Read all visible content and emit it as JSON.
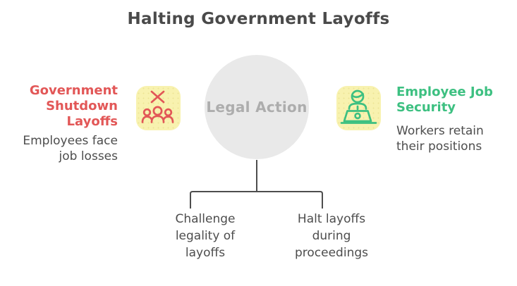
{
  "title": "Halting Government Layoffs",
  "central_node": {
    "label": "Legal Action"
  },
  "left_node": {
    "title": "Government\nShutdown\nLayoffs",
    "description": "Employees face\njob losses",
    "icon": "people-with-x-icon",
    "accent_color": "#E25757",
    "icon_bg_color": "#F8F2AF"
  },
  "right_node": {
    "title": "Employee Job\nSecurity",
    "description": "Workers retain\ntheir positions",
    "icon": "person-at-laptop-icon",
    "accent_color": "#3DC081",
    "icon_bg_color": "#F8F2AF"
  },
  "branches": [
    {
      "label": "Challenge\nlegality of\nlayoffs"
    },
    {
      "label": "Halt layoffs\nduring\nproceedings"
    }
  ],
  "colors": {
    "background": "#FFFFFF",
    "title_text": "#4A4A4A",
    "body_text": "#4D4D4D",
    "circle_fill": "#E9E9E9",
    "circle_text": "#ADADAD",
    "connector_line": "#4D4D4D"
  }
}
